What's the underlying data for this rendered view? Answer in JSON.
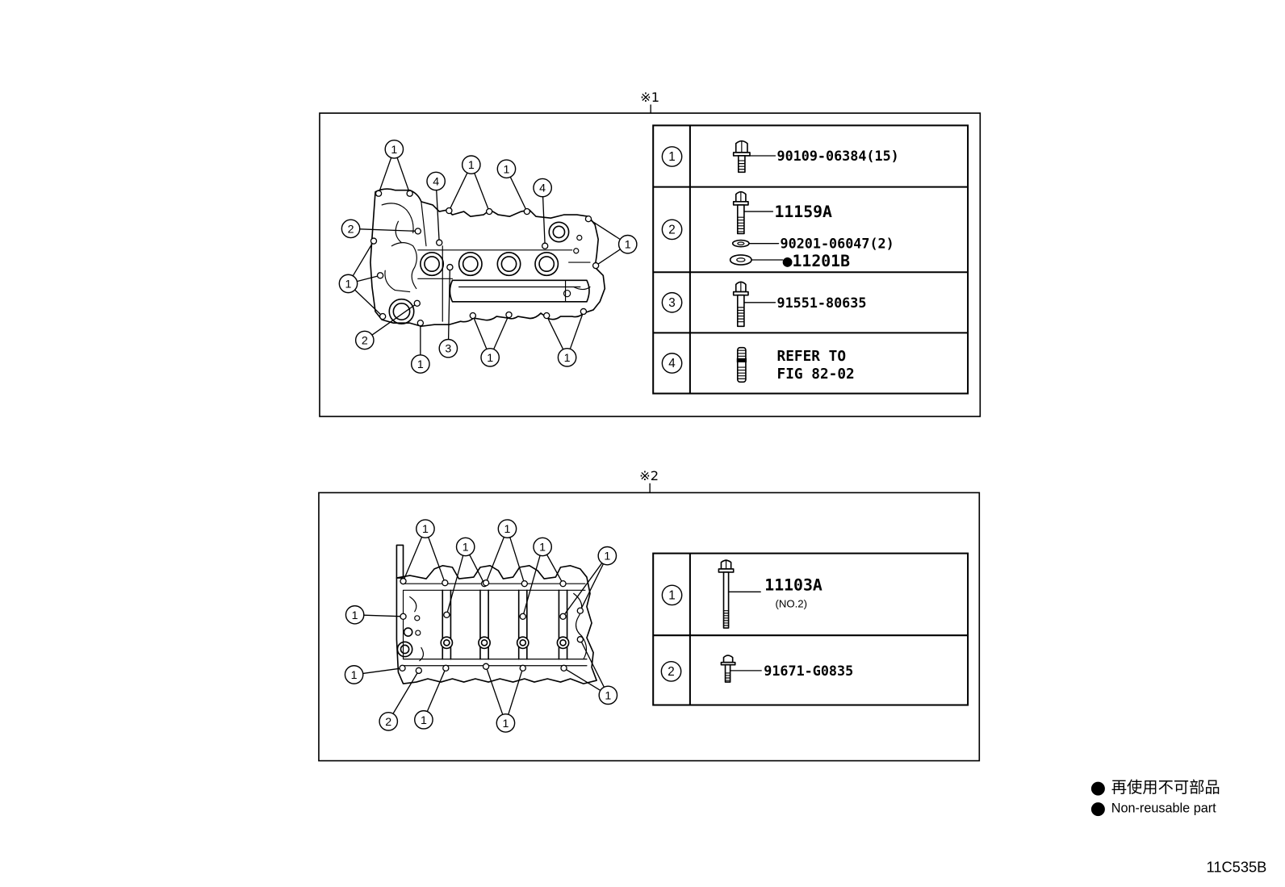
{
  "colors": {
    "ink": "#000000",
    "paper": "#ffffff"
  },
  "figure_1": {
    "marker": "※1",
    "callouts": [
      "1",
      "4",
      "1",
      "1",
      "4",
      "2",
      "1",
      "1",
      "2",
      "1",
      "3",
      "1",
      "1"
    ],
    "parts_table": {
      "row_1": {
        "ref": "1",
        "part_1": "90109-06384(15)"
      },
      "row_2": {
        "ref": "2",
        "part_1": "11159A",
        "part_2": "90201-06047(2)",
        "part_3": "●11201B"
      },
      "row_3": {
        "ref": "3",
        "part_1": "91551-80635"
      },
      "row_4": {
        "ref": "4",
        "note_line_1": "REFER TO",
        "note_line_2": "FIG 82-02"
      }
    }
  },
  "figure_2": {
    "marker": "※2",
    "callouts": [
      "1",
      "1",
      "1",
      "1",
      "1",
      "1",
      "1",
      "2",
      "1",
      "1",
      "1"
    ],
    "parts_table": {
      "row_1": {
        "ref": "1",
        "part_1": "11103A",
        "note": "(NO.2)"
      },
      "row_2": {
        "ref": "2",
        "part_1": "91671-G0835"
      }
    }
  },
  "legend": [
    {
      "marker": "●",
      "text": "再使用不可部品"
    },
    {
      "marker": "●",
      "text": "Non-reusable part"
    }
  ],
  "figure_id": "11C535B"
}
